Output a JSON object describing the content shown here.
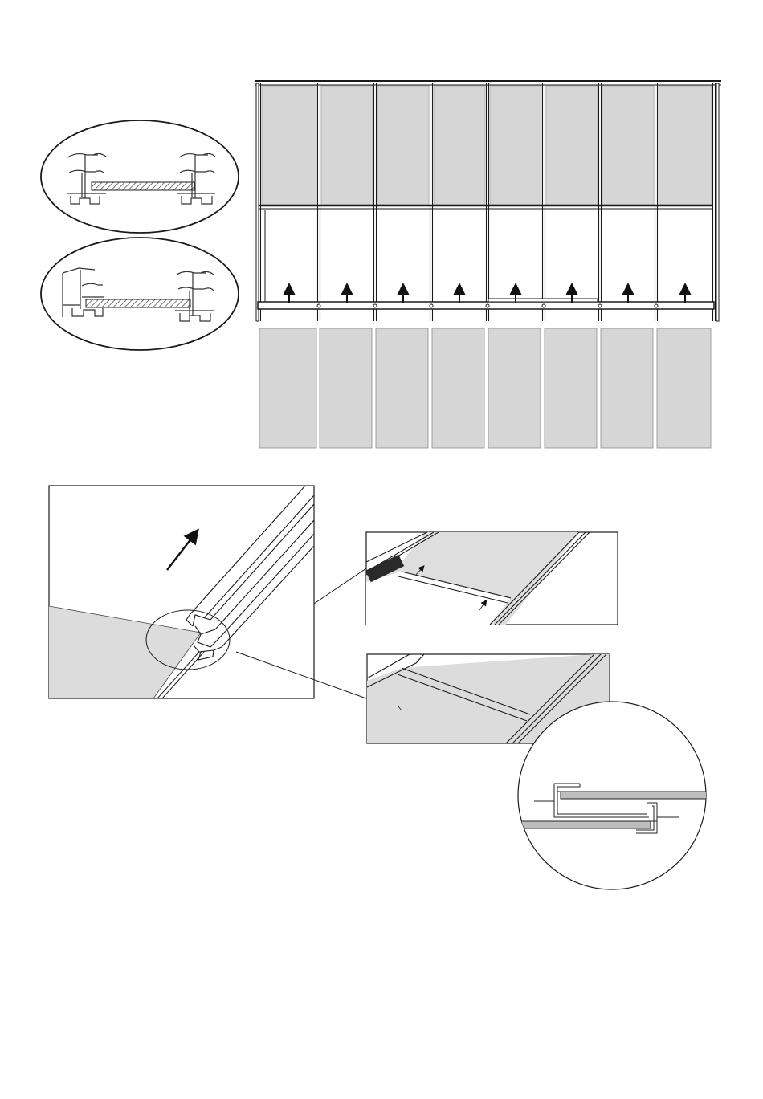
{
  "page": {
    "type": "assembly-instruction-diagram",
    "colors": {
      "panel_fill": "#d6d6d6",
      "panel_fill_light": "#e2e2e2",
      "line": "#1a1a1a",
      "hatch": "#555555",
      "background": "#ffffff"
    }
  },
  "roof_assembly": {
    "upper_panel_count": 8,
    "lower_panel_count": 8,
    "arrow_count": 8,
    "arrow_direction": "up"
  },
  "profile_details": {
    "count": 2,
    "types": [
      "intermediate-glazing-bar",
      "edge-glazing-bar"
    ]
  },
  "slide_in_step": {
    "arrow_direction": "up-right",
    "callouts": [
      "panel-in-profile-closeup",
      "panel-overlap-closeup"
    ],
    "overlap_detail": "circle-magnifier"
  },
  "icons": [
    "arrow-up-icon",
    "arrow-diagonal-icon",
    "magnifier-circle-icon"
  ]
}
